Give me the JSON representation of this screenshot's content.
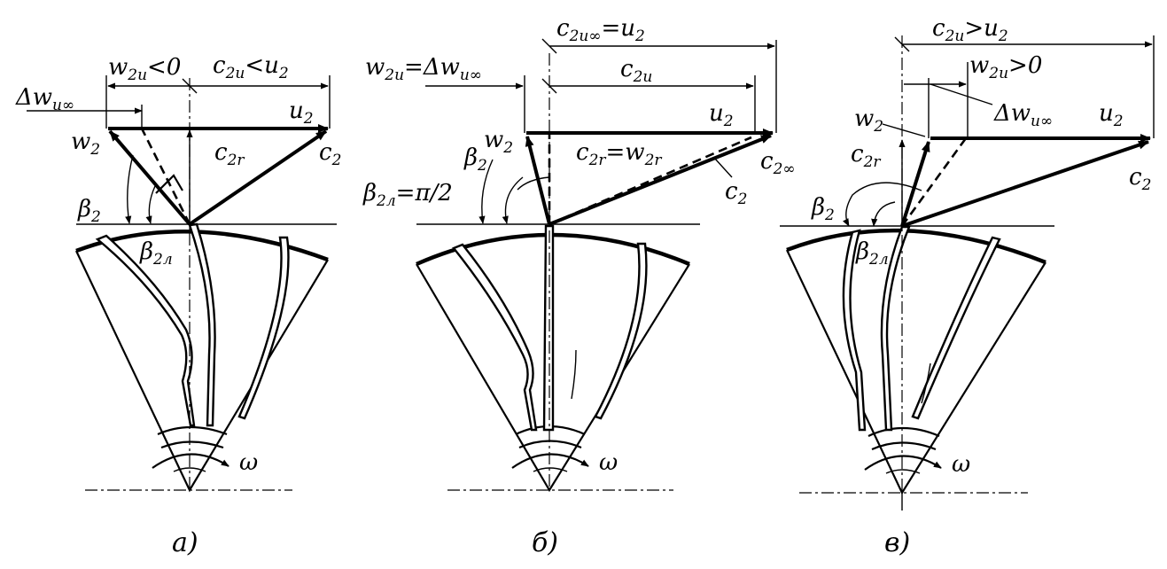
{
  "panels": [
    {
      "caption": "а)",
      "labels": {
        "dw": "Δw",
        "dw_sub": "u∞",
        "w2u": "w",
        "w2u_sub": "2u",
        "w2u_rel": "<0",
        "c2u": "c",
        "c2u_sub": "2u",
        "c2u_rel": "<u",
        "c2u_rel_sub": "2",
        "u2": "u",
        "u2_sub": "2",
        "c2r": "c",
        "c2r_sub": "2r",
        "w2": "w",
        "w2_sub": "2",
        "c2": "c",
        "c2_sub": "2",
        "beta2": "β",
        "beta2_sub": "2",
        "beta2l": "β",
        "beta2l_sub": "2л",
        "omega": "ω"
      }
    },
    {
      "caption": "б)",
      "labels": {
        "c2uinf": "c",
        "c2uinf_sub": "2u∞",
        "c2uinf_rel": "=u",
        "c2uinf_rel_sub": "2",
        "w2u": "w",
        "w2u_sub": "2u",
        "w2u_rel": "=Δw",
        "w2u_rel_sub": "u∞",
        "c2u": "c",
        "c2u_sub": "2u",
        "u2": "u",
        "u2_sub": "2",
        "w2": "w",
        "w2_sub": "2",
        "c2r": "c",
        "c2r_sub": "2r",
        "c2r_rel": "=w",
        "c2r_rel_sub": "2r",
        "c2inf": "c",
        "c2inf_sub": "2∞",
        "c2": "c",
        "c2_sub": "2",
        "beta2": "β",
        "beta2_sub": "2",
        "beta2l": "β",
        "beta2l_sub": "2л",
        "beta2l_rel": "=π/2",
        "omega": "ω"
      }
    },
    {
      "caption": "в)",
      "labels": {
        "c2u": "c",
        "c2u_sub": "2u",
        "c2u_rel": ">u",
        "c2u_rel_sub": "2",
        "w2u": "w",
        "w2u_sub": "2u",
        "w2u_rel": ">0",
        "dw": "Δw",
        "dw_sub": "u∞",
        "u2": "u",
        "u2_sub": "2",
        "w2": "w",
        "w2_sub": "2",
        "c2r": "c",
        "c2r_sub": "2r",
        "c2": "c",
        "c2_sub": "2",
        "beta2": "β",
        "beta2_sub": "2",
        "beta2l": "β",
        "beta2l_sub": "2л",
        "omega": "ω"
      }
    }
  ]
}
